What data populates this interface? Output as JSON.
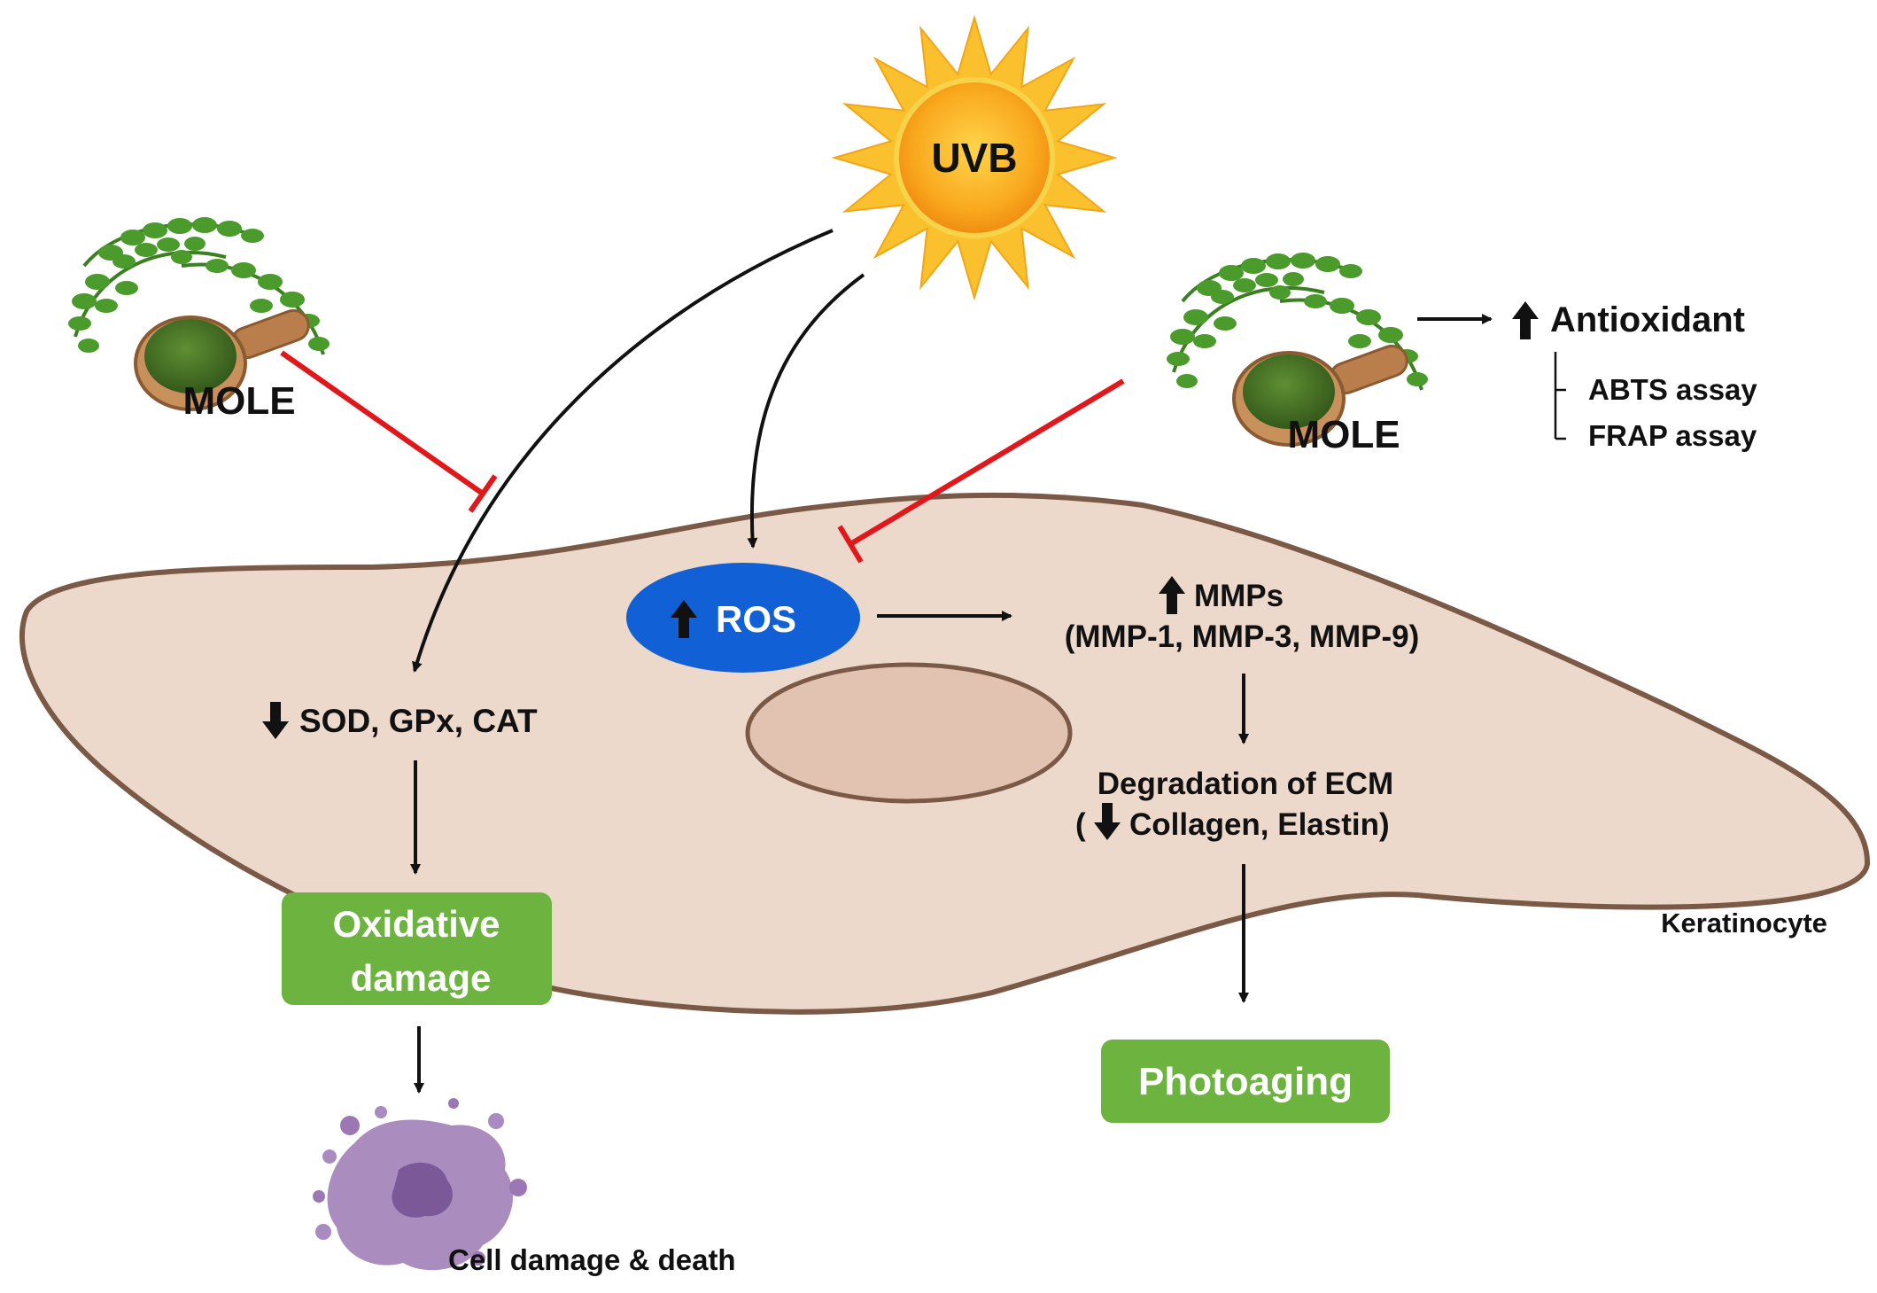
{
  "sun": {
    "label": "UVB"
  },
  "mole_left": {
    "label": "MOLE"
  },
  "mole_right": {
    "label": "MOLE"
  },
  "antioxidant": {
    "label": "Antioxidant",
    "assay_1": "ABTS assay",
    "assay_2": "FRAP assay"
  },
  "ros": {
    "label": "ROS"
  },
  "mmps": {
    "label": "MMPs",
    "detail": "(MMP-1, MMP-3, MMP-9)"
  },
  "ecm": {
    "line1": "Degradation of ECM",
    "line2_prefix": "(",
    "line2_rest": "Collagen, Elastin)"
  },
  "enzymes": {
    "label": "SOD, GPx, CAT"
  },
  "oxidative_damage": {
    "line1": "Oxidative",
    "line2": "damage"
  },
  "photoaging": {
    "label": "Photoaging"
  },
  "cell": {
    "label": "Keratinocyte"
  },
  "cell_death": {
    "label": "Cell damage & death"
  },
  "colors": {
    "cell_fill": "#ecd9cc",
    "cell_stroke": "#7a5a47",
    "nucleus_fill": "#e2c2b0",
    "ros_fill": "#1260d6",
    "green_box": "#6db33f",
    "inhibit_red": "#e0181c",
    "sun_core": "#f7a21a",
    "sun_rays": "#fbc02d",
    "leaf_green": "#4b9a2c",
    "dead_cell": "#9b78b4"
  }
}
